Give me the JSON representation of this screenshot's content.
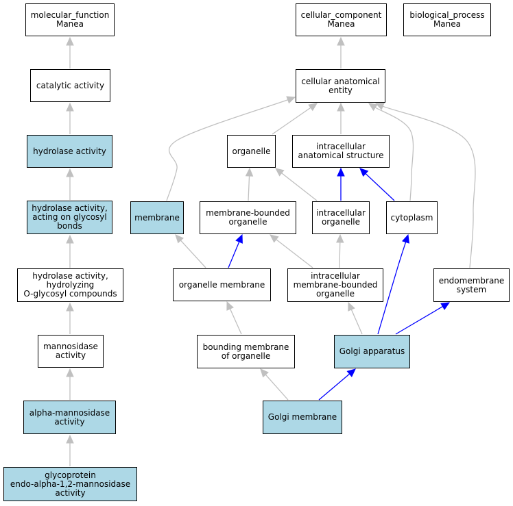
{
  "colors": {
    "highlight": "#add8e6",
    "plain": "#ffffff",
    "edge_grey": "#c0c0c0",
    "edge_blue": "#0000ff"
  },
  "nodes": {
    "molecular_function": {
      "label": "molecular_function\nManea",
      "highlighted": false
    },
    "catalytic_activity": {
      "label": "catalytic activity",
      "highlighted": false
    },
    "hydrolase_activity": {
      "label": "hydrolase activity",
      "highlighted": true
    },
    "hydrolase_glycosyl": {
      "label": "hydrolase activity,\nacting on glycosyl\nbonds",
      "highlighted": true
    },
    "hydrolase_oglycosyl": {
      "label": "hydrolase activity,\nhydrolyzing\nO-glycosyl compounds",
      "highlighted": false
    },
    "mannosidase": {
      "label": "mannosidase\nactivity",
      "highlighted": false
    },
    "alpha_mannosidase": {
      "label": "alpha-mannosidase\nactivity",
      "highlighted": true
    },
    "glycoprotein": {
      "label": "glycoprotein\nendo-alpha-1,2-mannosidase\nactivity",
      "highlighted": true
    },
    "cellular_component": {
      "label": "cellular_component\nManea",
      "highlighted": false
    },
    "biological_process": {
      "label": "biological_process\nManea",
      "highlighted": false
    },
    "cellular_anatomical": {
      "label": "cellular anatomical\nentity",
      "highlighted": false
    },
    "organelle": {
      "label": "organelle",
      "highlighted": false
    },
    "intracellular_anatomical": {
      "label": "intracellular\nanatomical structure",
      "highlighted": false
    },
    "membrane": {
      "label": "membrane",
      "highlighted": true
    },
    "membrane_bounded": {
      "label": "membrane-bounded\norganelle",
      "highlighted": false
    },
    "intracellular_organelle": {
      "label": "intracellular\norganelle",
      "highlighted": false
    },
    "cytoplasm": {
      "label": "cytoplasm",
      "highlighted": false
    },
    "organelle_membrane": {
      "label": "organelle membrane",
      "highlighted": false
    },
    "intracellular_membrane_bounded": {
      "label": "intracellular\nmembrane-bounded\norganelle",
      "highlighted": false
    },
    "endomembrane": {
      "label": "endomembrane\nsystem",
      "highlighted": false
    },
    "bounding_membrane": {
      "label": "bounding membrane\nof organelle",
      "highlighted": false
    },
    "golgi_apparatus": {
      "label": "Golgi apparatus",
      "highlighted": true
    },
    "golgi_membrane": {
      "label": "Golgi membrane",
      "highlighted": true
    }
  },
  "edges": [
    {
      "from": "catalytic_activity",
      "to": "molecular_function",
      "kind": "is_a"
    },
    {
      "from": "hydrolase_activity",
      "to": "catalytic_activity",
      "kind": "is_a"
    },
    {
      "from": "hydrolase_glycosyl",
      "to": "hydrolase_activity",
      "kind": "is_a"
    },
    {
      "from": "hydrolase_oglycosyl",
      "to": "hydrolase_glycosyl",
      "kind": "is_a"
    },
    {
      "from": "mannosidase",
      "to": "hydrolase_oglycosyl",
      "kind": "is_a"
    },
    {
      "from": "alpha_mannosidase",
      "to": "mannosidase",
      "kind": "is_a"
    },
    {
      "from": "glycoprotein",
      "to": "alpha_mannosidase",
      "kind": "is_a"
    },
    {
      "from": "cellular_anatomical",
      "to": "cellular_component",
      "kind": "is_a"
    },
    {
      "from": "membrane",
      "to": "cellular_anatomical",
      "kind": "is_a"
    },
    {
      "from": "organelle",
      "to": "cellular_anatomical",
      "kind": "is_a"
    },
    {
      "from": "intracellular_anatomical",
      "to": "cellular_anatomical",
      "kind": "is_a"
    },
    {
      "from": "cytoplasm",
      "to": "cellular_anatomical",
      "kind": "is_a"
    },
    {
      "from": "endomembrane",
      "to": "cellular_anatomical",
      "kind": "is_a"
    },
    {
      "from": "membrane_bounded",
      "to": "organelle",
      "kind": "is_a"
    },
    {
      "from": "intracellular_organelle",
      "to": "organelle",
      "kind": "is_a"
    },
    {
      "from": "intracellular_organelle",
      "to": "intracellular_anatomical",
      "kind": "part_of"
    },
    {
      "from": "cytoplasm",
      "to": "intracellular_anatomical",
      "kind": "part_of"
    },
    {
      "from": "organelle_membrane",
      "to": "membrane",
      "kind": "is_a"
    },
    {
      "from": "organelle_membrane",
      "to": "membrane_bounded",
      "kind": "part_of"
    },
    {
      "from": "intracellular_membrane_bounded",
      "to": "membrane_bounded",
      "kind": "is_a"
    },
    {
      "from": "intracellular_membrane_bounded",
      "to": "intracellular_organelle",
      "kind": "is_a"
    },
    {
      "from": "bounding_membrane",
      "to": "organelle_membrane",
      "kind": "is_a"
    },
    {
      "from": "golgi_apparatus",
      "to": "intracellular_membrane_bounded",
      "kind": "is_a"
    },
    {
      "from": "golgi_apparatus",
      "to": "cytoplasm",
      "kind": "part_of"
    },
    {
      "from": "golgi_apparatus",
      "to": "endomembrane",
      "kind": "part_of"
    },
    {
      "from": "golgi_membrane",
      "to": "bounding_membrane",
      "kind": "is_a"
    },
    {
      "from": "golgi_membrane",
      "to": "golgi_apparatus",
      "kind": "part_of"
    }
  ]
}
